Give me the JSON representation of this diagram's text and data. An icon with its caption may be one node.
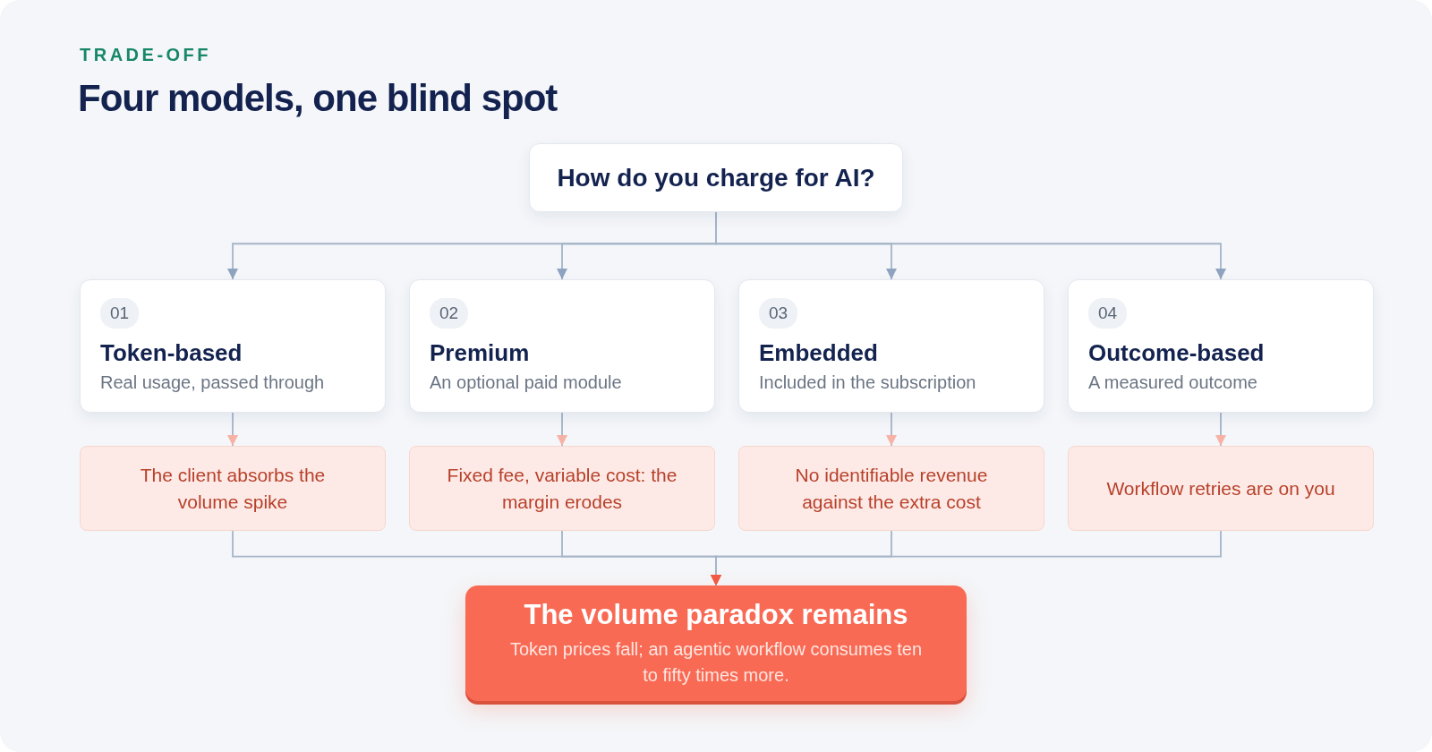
{
  "diagram": {
    "title": "Four models, one blind spot",
    "labels": [
      "TRADE-OFF"
    ],
    "nodes": [
      {
        "text": [
          "How do you charge for AI?"
        ]
      },
      {
        "text": [
          "01",
          "Token-based",
          "Real usage, passed through"
        ]
      },
      {
        "text": [
          "02",
          "Premium",
          "An optional paid module"
        ]
      },
      {
        "text": [
          "03",
          "Embedded",
          "Included in the subscription"
        ]
      },
      {
        "text": [
          "04",
          "Outcome-based",
          "A measured outcome"
        ]
      },
      {
        "text": [
          "The client absorbs the volume spike"
        ]
      },
      {
        "text": [
          "Fixed fee, variable cost: the margin erodes"
        ]
      },
      {
        "text": [
          "No identifiable revenue against the extra cost"
        ]
      },
      {
        "text": [
          "Workflow retries are on you"
        ]
      },
      {
        "text": [
          "The volume paradox remains",
          "Token prices fall; an agentic workflow consumes ten to fifty times more."
        ]
      }
    ],
    "edges": [
      {
        "from": 0,
        "to": 1,
        "arrow": "to"
      },
      {
        "from": 0,
        "to": 2,
        "arrow": "to"
      },
      {
        "from": 0,
        "to": 3,
        "arrow": "to"
      },
      {
        "from": 0,
        "to": 4,
        "arrow": "to"
      },
      {
        "from": 1,
        "to": 5,
        "arrow": "to"
      },
      {
        "from": 2,
        "to": 6,
        "arrow": "to"
      },
      {
        "from": 3,
        "to": 7,
        "arrow": "to"
      },
      {
        "from": 4,
        "to": 8,
        "arrow": "to"
      },
      {
        "from": 5,
        "to": 9,
        "arrow": "to"
      },
      {
        "from": 6,
        "to": 9,
        "arrow": "to"
      },
      {
        "from": 7,
        "to": 9,
        "arrow": "to"
      },
      {
        "from": 8,
        "to": 9,
        "arrow": "to"
      }
    ]
  }
}
